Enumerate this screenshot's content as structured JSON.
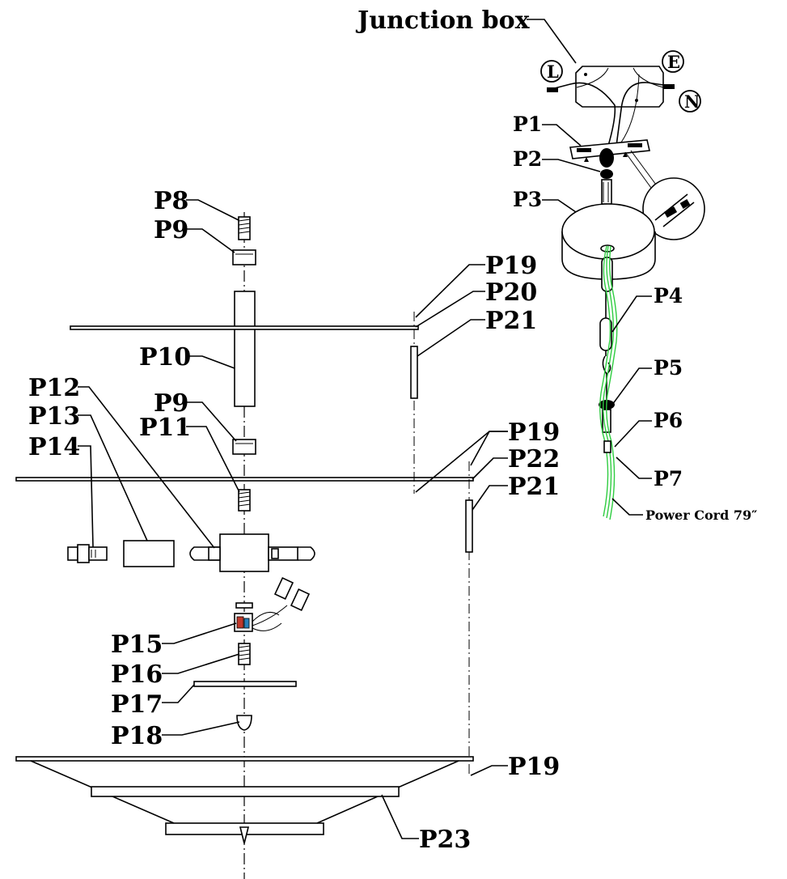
{
  "labels": {
    "junction_box": "Junction box",
    "L": "L",
    "E": "E",
    "N": "N",
    "P1": "P1",
    "P2": "P2",
    "P3": "P3",
    "P4": "P4",
    "P5": "P5",
    "P6": "P6",
    "P7": "P7",
    "power_cord": "Power Cord 79″",
    "P8": "P8",
    "P9": "P9",
    "P10": "P10",
    "P11": "P11",
    "P12": "P12",
    "P13": "P13",
    "P14": "P14",
    "P15": "P15",
    "P16": "P16",
    "P17": "P17",
    "P18": "P18",
    "P19": "P19",
    "P20": "P20",
    "P21": "P21",
    "P22": "P22",
    "P23": "P23"
  },
  "colors": {
    "line": "#000000",
    "cord": "#2ecc40",
    "background": "#ffffff"
  }
}
